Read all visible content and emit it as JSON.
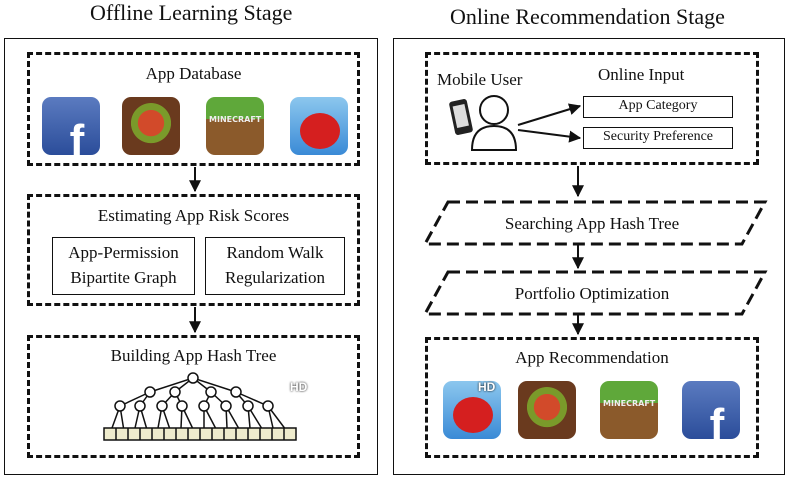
{
  "offline": {
    "title": "Offline Learning Stage",
    "app_database": "App Database",
    "estimating": "Estimating App Risk Scores",
    "bipartite": "App-Permission Bipartite Graph",
    "bipartite_l1": "App-Permission",
    "bipartite_l2": "Bipartite Graph",
    "random_walk_l1": "Random Walk",
    "random_walk_l2": "Regularization",
    "building": "Building App Hash Tree"
  },
  "online": {
    "title": "Online Recommendation Stage",
    "mobile_user": "Mobile User",
    "online_input": "Online Input",
    "app_category": "App Category",
    "security_preference": "Security Preference",
    "searching": "Searching App Hash Tree",
    "portfolio": "Portfolio Optimization",
    "recommendation": "App Recommendation"
  },
  "icons": {
    "db": [
      "facebook-icon",
      "fruit-ninja-icon",
      "minecraft-icon",
      "angry-birds-icon"
    ],
    "rec": [
      "angry-birds-icon",
      "fruit-ninja-icon",
      "minecraft-icon",
      "facebook-icon"
    ],
    "hd_badge": "HD"
  }
}
